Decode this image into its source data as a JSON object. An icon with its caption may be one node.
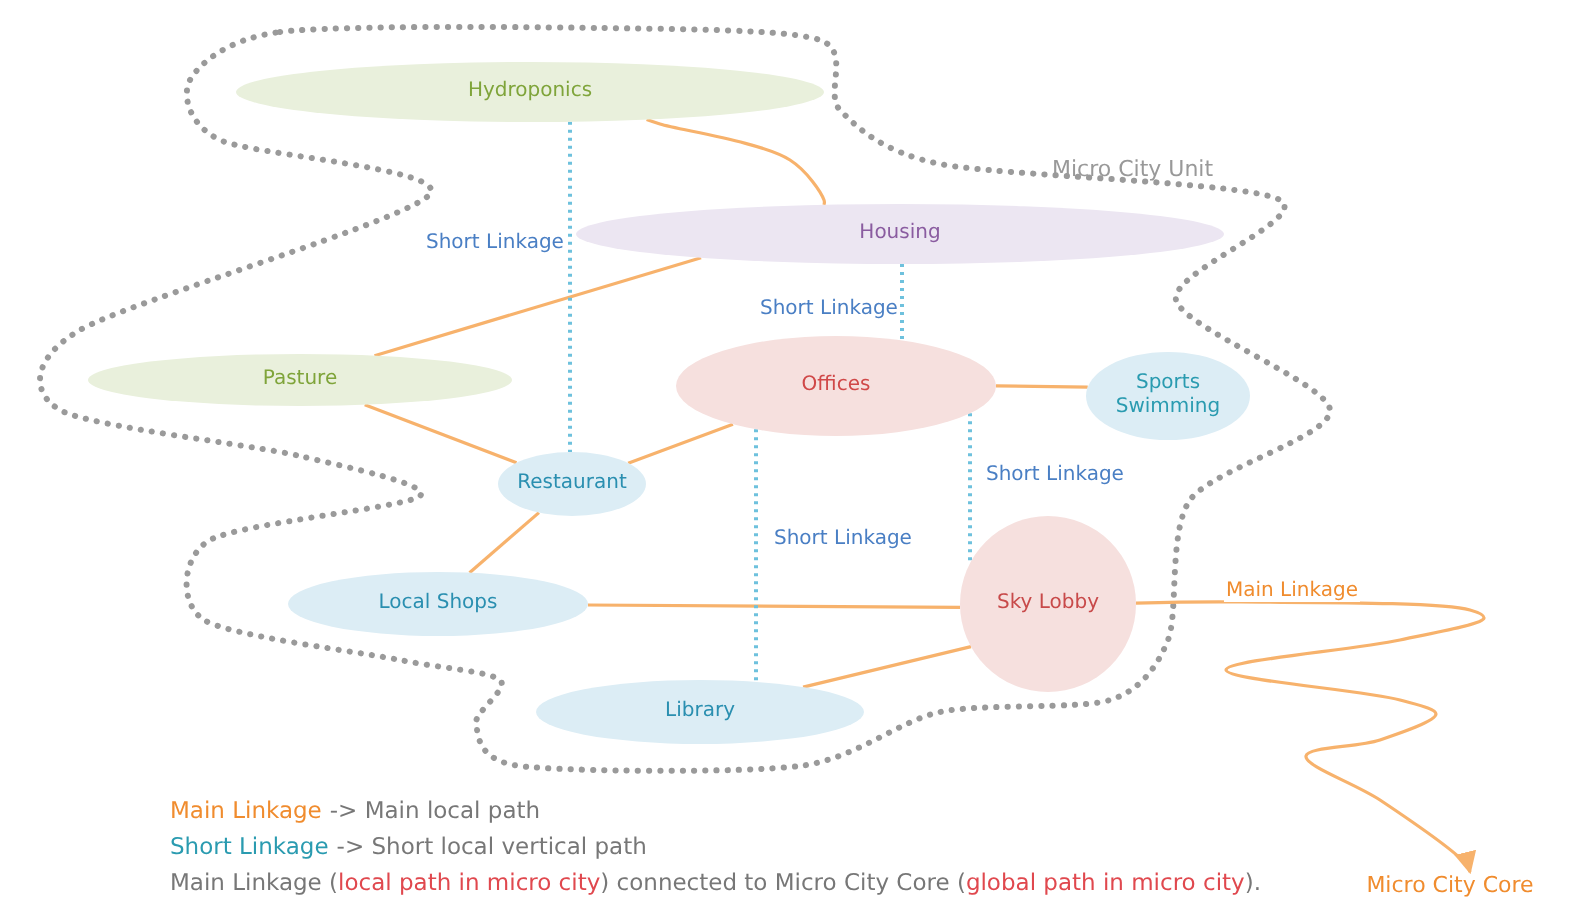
{
  "diagram": {
    "nodes": [
      {
        "text": [
          "Hydroponics"
        ]
      },
      {
        "text": [
          "Housing"
        ]
      },
      {
        "text": [
          "Pasture"
        ]
      },
      {
        "text": [
          "Offices"
        ]
      },
      {
        "text": [
          "Sports Swimming"
        ]
      },
      {
        "text": [
          "Restaurant"
        ]
      },
      {
        "text": [
          "Local Shops"
        ]
      },
      {
        "text": [
          "Sky Lobby"
        ]
      },
      {
        "text": [
          "Library"
        ]
      },
      {
        "text": [
          "Micro City Core"
        ]
      }
    ],
    "edges": [
      {
        "from": 0,
        "to": 1,
        "arrow": "none"
      },
      {
        "from": 1,
        "to": 2,
        "arrow": "none"
      },
      {
        "from": 2,
        "to": 5,
        "arrow": "none"
      },
      {
        "from": 5,
        "to": 3,
        "arrow": "none"
      },
      {
        "from": 5,
        "to": 6,
        "arrow": "none"
      },
      {
        "from": 3,
        "to": 4,
        "arrow": "none"
      },
      {
        "from": 6,
        "to": 7,
        "arrow": "none"
      },
      {
        "from": 8,
        "to": 7,
        "arrow": "none"
      },
      {
        "from": 7,
        "to": 9,
        "arrow": "to",
        "label": "Main Linkage"
      },
      {
        "from": 0,
        "to": 5,
        "arrow": "none",
        "label": "Short Linkage",
        "style": "dashed",
        "color": "#6ec1dd"
      },
      {
        "from": 1,
        "to": 3,
        "arrow": "none",
        "label": "Short Linkage",
        "style": "dashed",
        "color": "#6ec1dd"
      },
      {
        "from": 3,
        "to": 8,
        "arrow": "none",
        "label": "Short Linkage",
        "style": "dashed",
        "color": "#6ec1dd"
      },
      {
        "from": 3,
        "to": 7,
        "arrow": "none",
        "label": "Short Linkage",
        "style": "dashed",
        "color": "#6ec1dd"
      }
    ],
    "labels": [
      "Micro City Unit",
      "Main Linkage",
      "-> Main local path",
      "Short Linkage",
      "-> Short local vertical path",
      "Main Linkage (",
      "local path in micro city",
      ") connected to Micro City Core (",
      "global path in micro city",
      ")."
    ]
  }
}
